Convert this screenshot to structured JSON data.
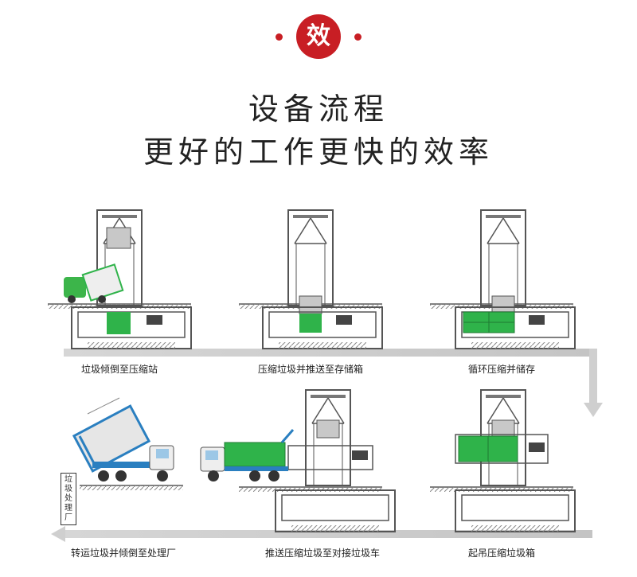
{
  "badge": {
    "char": "效"
  },
  "heading": {
    "line1": "设备流程",
    "line2": "更好的工作更快的效率"
  },
  "steps": [
    {
      "label": "垃圾倾倒至压缩站"
    },
    {
      "label": "压缩垃圾并推送至存储箱"
    },
    {
      "label": "循环压缩并储存"
    },
    {
      "label": "起吊压缩垃圾箱"
    },
    {
      "label": "推送压缩垃圾至对接垃圾车"
    },
    {
      "label": "转运垃圾并倾倒至处理厂"
    }
  ],
  "sign": {
    "text": "垃圾处理厂"
  },
  "colors": {
    "accent": "#c81e24",
    "green": "#2fb34a",
    "blue": "#2a7fc0",
    "frame": "#555555"
  }
}
